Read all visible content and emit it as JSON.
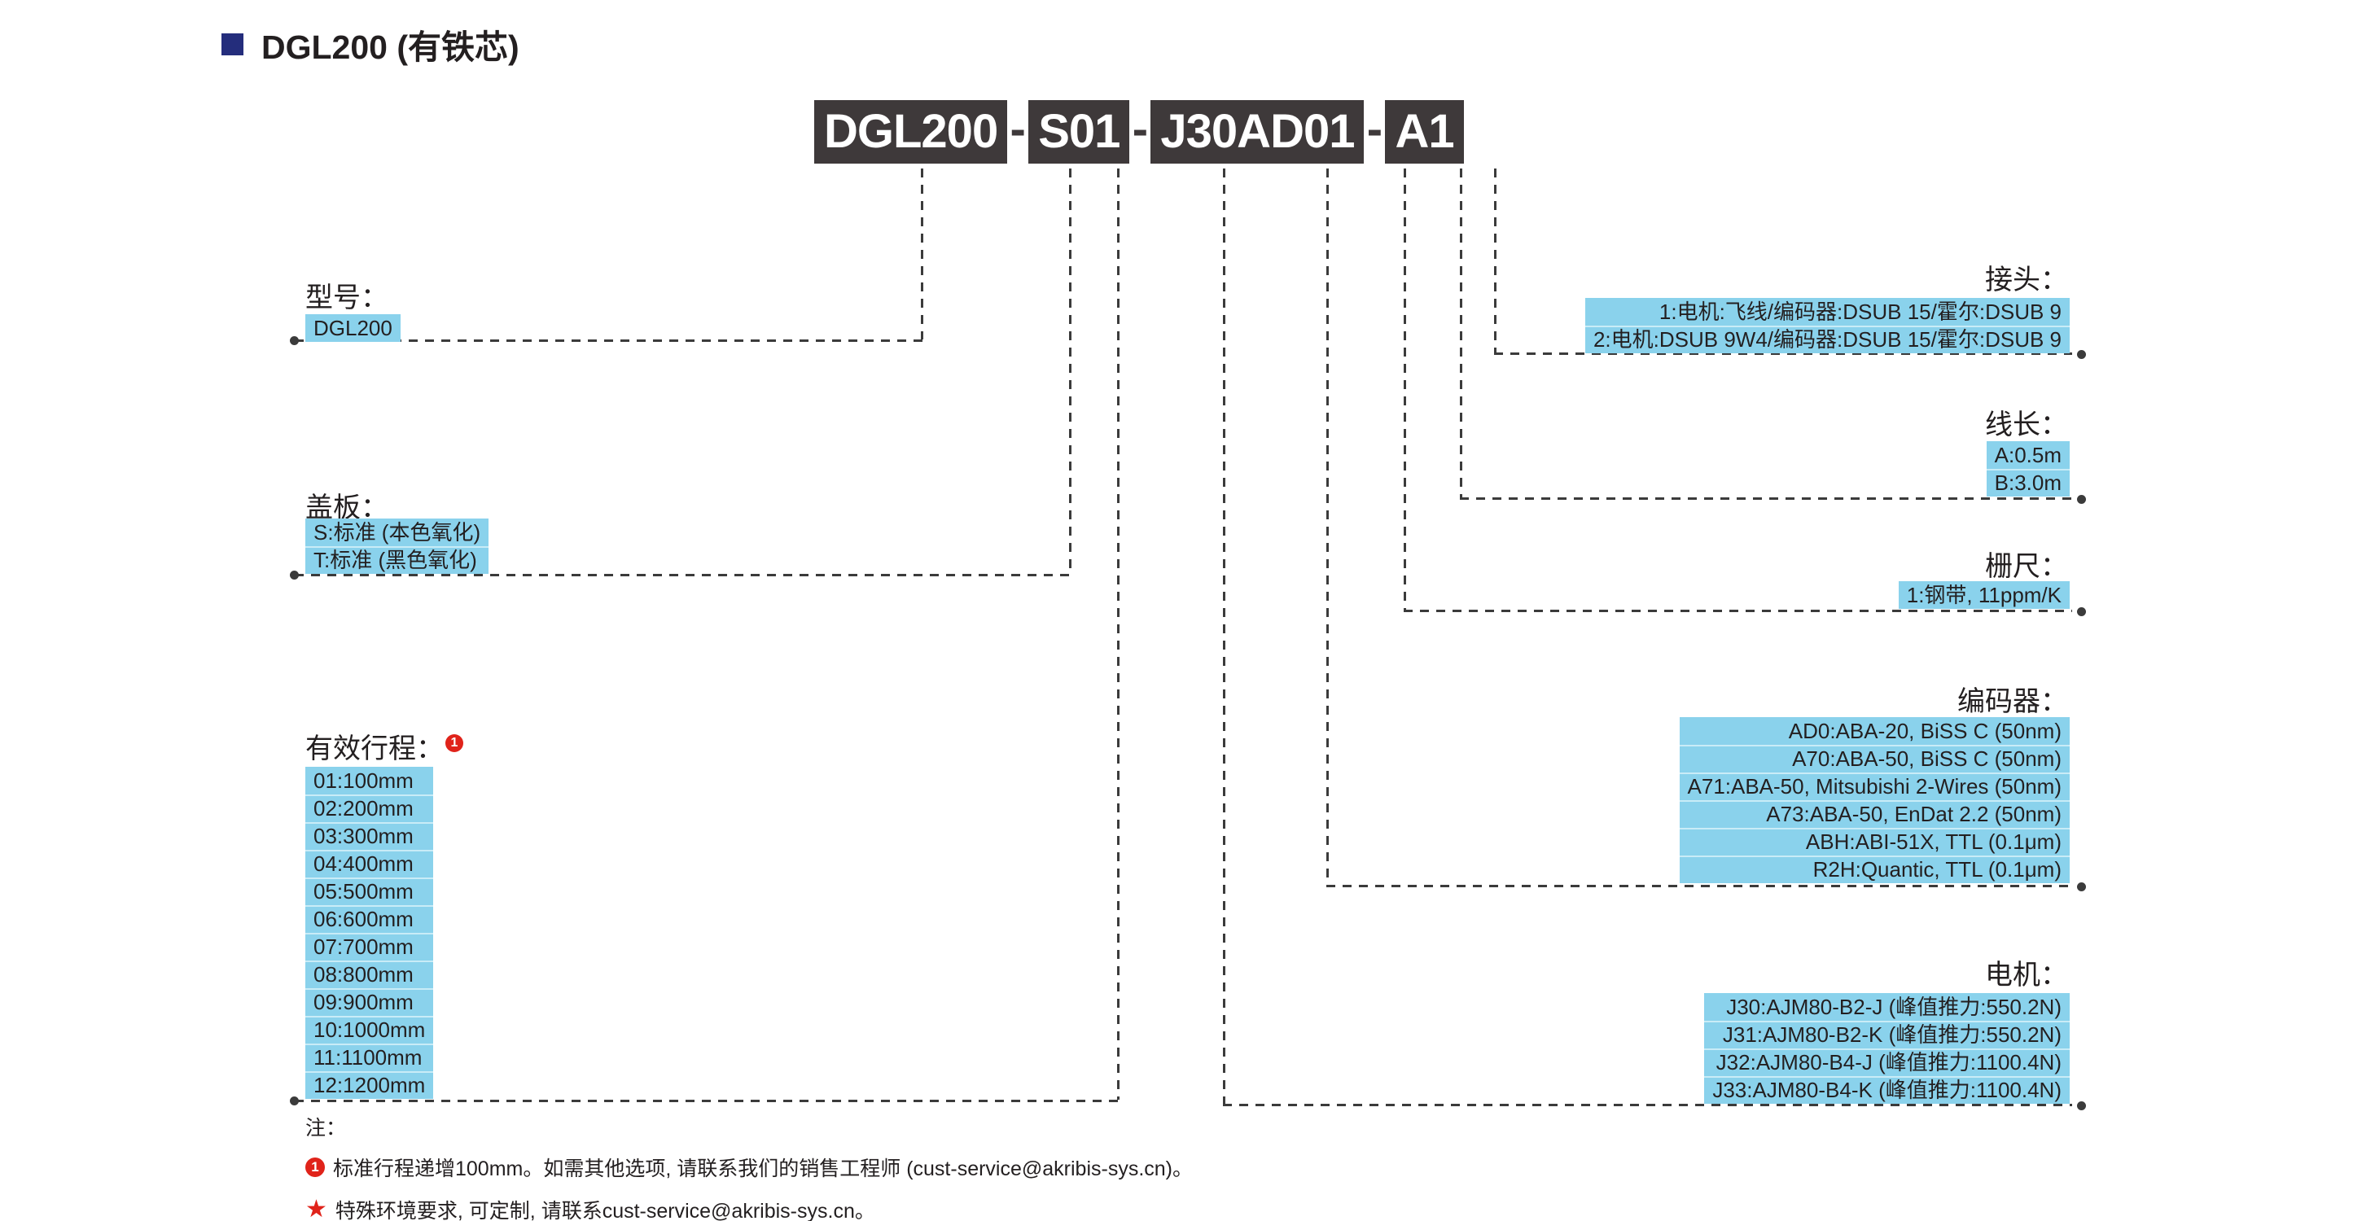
{
  "page": {
    "title": "DGL200 (有铁芯)"
  },
  "code": {
    "separator": "-",
    "segments": [
      "DGL200",
      "S01",
      "J30AD01",
      "A1"
    ]
  },
  "sections": {
    "model": {
      "label": "型号：",
      "options": [
        "DGL200"
      ]
    },
    "cover": {
      "label": "盖板：",
      "options": [
        "S:标准 (本色氧化)",
        "T:标准 (黑色氧化)"
      ]
    },
    "stroke": {
      "label": "有效行程：",
      "note_marker": "1",
      "options": [
        "01:100mm",
        "02:200mm",
        "03:300mm",
        "04:400mm",
        "05:500mm",
        "06:600mm",
        "07:700mm",
        "08:800mm",
        "09:900mm",
        "10:1000mm",
        "11:1100mm",
        "12:1200mm"
      ]
    },
    "connector": {
      "label": "接头：",
      "options": [
        "1:电机:飞线/编码器:DSUB 15/霍尔:DSUB 9",
        "2:电机:DSUB 9W4/编码器:DSUB 15/霍尔:DSUB 9"
      ]
    },
    "cable": {
      "label": "线长：",
      "options": [
        "A:0.5m",
        "B:3.0m"
      ]
    },
    "scale": {
      "label": "栅尺：",
      "options": [
        "1:钢带, 11ppm/K"
      ]
    },
    "encoder": {
      "label": "编码器：",
      "options": [
        "AD0:ABA-20, BiSS C (50nm)",
        "A70:ABA-50, BiSS C (50nm)",
        "A71:ABA-50, Mitsubishi 2-Wires (50nm)",
        "A73:ABA-50, EnDat 2.2 (50nm)",
        "ABH:ABI-51X, TTL (0.1μm)",
        "R2H:Quantic, TTL (0.1μm)"
      ]
    },
    "motor": {
      "label": "电机：",
      "options": [
        "J30:AJM80-B2-J (峰值推力:550.2N)",
        "J31:AJM80-B2-K (峰值推力:550.2N)",
        "J32:AJM80-B4-J (峰值推力:1100.4N)",
        "J33:AJM80-B4-K (峰值推力:1100.4N)"
      ]
    }
  },
  "notes": {
    "heading": "注：",
    "items": [
      {
        "marker": "1",
        "text": "标准行程递增100mm。如需其他选项, 请联系我们的销售工程师 (cust-service@akribis-sys.cn)。"
      },
      {
        "marker": "★",
        "text": "特殊环境要求, 可定制, 请联系cust-service@akribis-sys.cn。"
      }
    ]
  },
  "colors": {
    "highlight_blue": "#8ad2ec",
    "code_block_gray": "#3e393a",
    "title_navy": "#242d7c",
    "note_red": "#e0231a",
    "line_gray": "#3b3b3b",
    "text_dark": "#231f20"
  }
}
